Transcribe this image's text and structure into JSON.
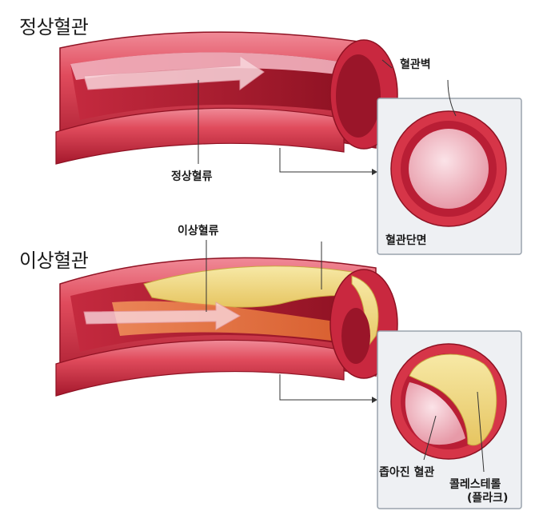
{
  "sections": {
    "normal": {
      "title": "정상혈관",
      "flow_label": "정상혈류",
      "wall_label": "혈관벽",
      "cross_section_label": "혈관단면"
    },
    "abnormal": {
      "title": "이상혈관",
      "flow_label": "이상혈류",
      "narrowed_label": "좁아진 혈관",
      "cholesterol_label": "콜레스테롤",
      "plaque_label": "(플라크)"
    }
  },
  "colors": {
    "vessel_outer": "#d73a4a",
    "vessel_dark": "#b31f33",
    "vessel_lumen": "#f2a5b5",
    "plaque": "#f2dc86",
    "panel_bg": "#eef0f3",
    "panel_border": "#9aa3ad"
  }
}
